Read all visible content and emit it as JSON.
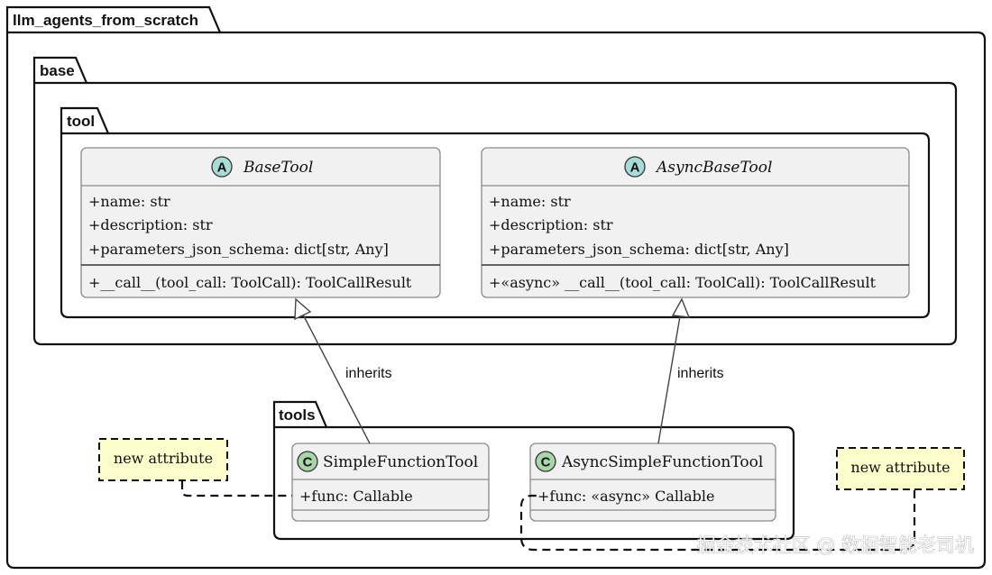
{
  "packages": {
    "root": "llm_agents_from_scratch",
    "base": "base",
    "tool": "tool",
    "tools": "tools"
  },
  "classes": {
    "base_tool": {
      "stereotype": "A",
      "name": "BaseTool",
      "fields": [
        "+name: str",
        "+description: str",
        "+parameters_json_schema: dict[str, Any]"
      ],
      "methods": [
        "+__call__(tool_call: ToolCall): ToolCallResult"
      ]
    },
    "async_base_tool": {
      "stereotype": "A",
      "name": "AsyncBaseTool",
      "fields": [
        "+name: str",
        "+description: str",
        "+parameters_json_schema: dict[str, Any]"
      ],
      "methods": [
        "+«async» __call__(tool_call: ToolCall): ToolCallResult"
      ]
    },
    "simple_function_tool": {
      "stereotype": "C",
      "name": "SimpleFunctionTool",
      "fields": [
        "+func: Callable"
      ]
    },
    "async_simple_function_tool": {
      "stereotype": "C",
      "name": "AsyncSimpleFunctionTool",
      "fields": [
        "+func: «async» Callable"
      ]
    }
  },
  "relations": {
    "inherits_left": "inherits",
    "inherits_right": "inherits"
  },
  "notes": {
    "left": "new attribute",
    "right": "new attribute"
  },
  "watermark": "掘金技术社区 @ 数据智能老司机",
  "colors": {
    "class_fill": "#f1f1f1",
    "abstract_badge": "#a8dcd6",
    "class_badge": "#a9d6a8",
    "note_fill": "#fefecd"
  }
}
